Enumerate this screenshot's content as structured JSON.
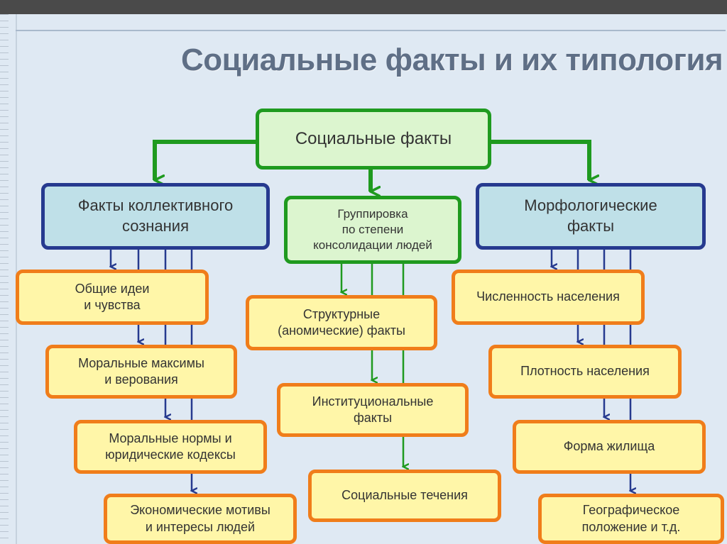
{
  "title": "Социальные факты и их типология",
  "root": "Социальные факты",
  "categories": {
    "collective": "Факты коллективного\nсознания",
    "grouping": "Группировка\nпо степени\nконсолидации людей",
    "morphological": "Морфологические\nфакты"
  },
  "collective_items": [
    "Общие идеи\nи чувства",
    "Моральные максимы\nи верования",
    "Моральные нормы и\nюридические кодексы",
    "Экономические мотивы\nи интересы людей"
  ],
  "grouping_items": [
    "Структурные\n(аномические) факты",
    "Институциональные\nфакты",
    "Социальные течения"
  ],
  "morphological_items": [
    "Численность населения",
    "Плотность населения",
    "Форма жилища",
    "Географическое\nположение и т.д."
  ],
  "colors": {
    "green_border": "#1f9a1f",
    "blue_border": "#263a8f",
    "orange_border": "#f07d1a",
    "green_fill": "#dcf5cf",
    "blue_fill": "#bfe0e8",
    "yellow_fill": "#fff6a8"
  }
}
